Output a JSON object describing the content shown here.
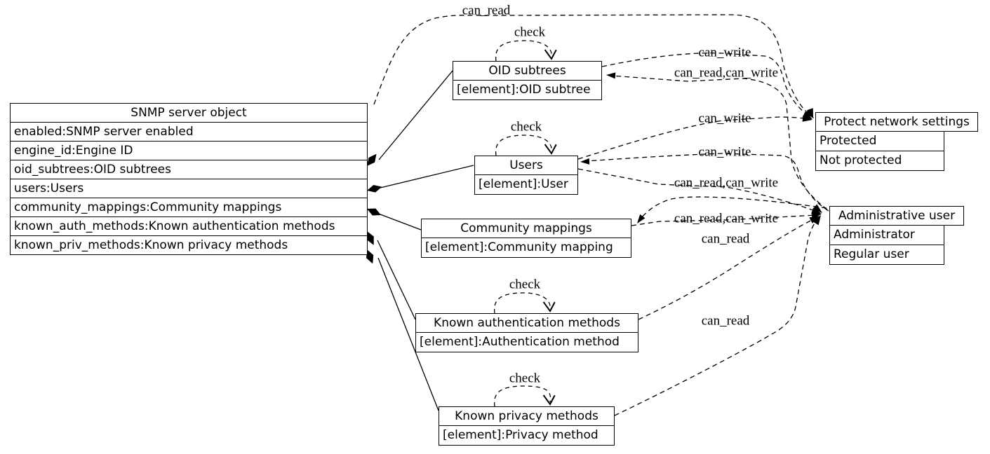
{
  "diagram": {
    "colors": {
      "background": "#ffffff",
      "line": "#000000",
      "text": "#000000",
      "node_fill": "#ffffff"
    },
    "nodes": {
      "snmp_server_object": {
        "title": "SNMP server object",
        "attributes": [
          "enabled:SNMP server enabled",
          "engine_id:Engine ID",
          "oid_subtrees:OID subtrees",
          "users:Users",
          "community_mappings:Community mappings",
          "known_auth_methods:Known authentication methods",
          "known_priv_methods:Known privacy methods"
        ]
      },
      "oid_subtrees": {
        "title": "OID subtrees",
        "attributes": [
          "[element]:OID subtree"
        ]
      },
      "users": {
        "title": "Users",
        "attributes": [
          "[element]:User"
        ]
      },
      "community_mappings": {
        "title": "Community mappings",
        "attributes": [
          "[element]:Community mapping"
        ]
      },
      "known_auth_methods": {
        "title": "Known authentication methods",
        "attributes": [
          "[element]:Authentication method"
        ]
      },
      "known_priv_methods": {
        "title": "Known privacy methods",
        "attributes": [
          "[element]:Privacy method"
        ]
      },
      "protect_network_settings": {
        "title": "Protect network settings",
        "values": [
          "Protected",
          "Not protected"
        ]
      },
      "administrative_user": {
        "title": "Administrative user",
        "values": [
          "Administrator",
          "Regular user"
        ]
      }
    },
    "edges": [
      {
        "from": "snmp_server_object",
        "to": "protect_network_settings",
        "label": "can_read",
        "style": "dashed"
      },
      {
        "from": "oid_subtrees",
        "to": "protect_network_settings",
        "label": "can_write",
        "style": "dashed"
      },
      {
        "from": "administrative_user",
        "to": "oid_subtrees",
        "label": "can_read,can_write",
        "style": "dashed"
      },
      {
        "from": "users",
        "to": "protect_network_settings",
        "label": "can_write",
        "style": "dashed"
      },
      {
        "from": "administrative_user",
        "to": "users",
        "label": "can_write",
        "style": "dashed"
      },
      {
        "from": "users",
        "to": "administrative_user",
        "label": "can_read,can_write",
        "style": "dashed"
      },
      {
        "from": "community_mappings",
        "to": "administrative_user",
        "label": "can_read,can_write",
        "style": "dashed"
      },
      {
        "from": "known_auth_methods",
        "to": "administrative_user",
        "label": "can_read",
        "style": "dashed"
      },
      {
        "from": "known_priv_methods",
        "to": "administrative_user",
        "label": "can_read",
        "style": "dashed"
      }
    ],
    "self_loops": [
      {
        "node": "oid_subtrees",
        "label": "check"
      },
      {
        "node": "users",
        "label": "check"
      },
      {
        "node": "known_auth_methods",
        "label": "check"
      },
      {
        "node": "known_priv_methods",
        "label": "check"
      }
    ],
    "composition_edges": [
      {
        "from": "oid_subtrees",
        "to_attribute": "oid_subtrees:OID subtrees"
      },
      {
        "from": "users",
        "to_attribute": "users:Users"
      },
      {
        "from": "community_mappings",
        "to_attribute": "community_mappings:Community mappings"
      },
      {
        "from": "known_auth_methods",
        "to_attribute": "known_auth_methods:Known authentication methods"
      },
      {
        "from": "known_priv_methods",
        "to_attribute": "known_priv_methods:Known privacy methods"
      }
    ]
  }
}
